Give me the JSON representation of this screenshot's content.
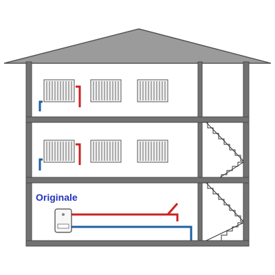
{
  "heating_system_label": "Originale",
  "colors": {
    "wall": "#6e6e6e",
    "wall_outline": "#4a4a4a",
    "roof": "#9a9a9a",
    "supply_pipe": "#cc2222",
    "return_pipe": "#1f5f9f",
    "radiator": "#e6e6e6",
    "label": "#2233bb"
  },
  "floors": [
    {
      "name": "upper-floor",
      "radiator_count": 3
    },
    {
      "name": "middle-floor",
      "radiator_count": 3
    },
    {
      "name": "ground-floor",
      "radiator_count": 0,
      "has_boiler": true
    }
  ],
  "icons": [
    "radiator-icon",
    "boiler-icon",
    "staircase-icon"
  ]
}
